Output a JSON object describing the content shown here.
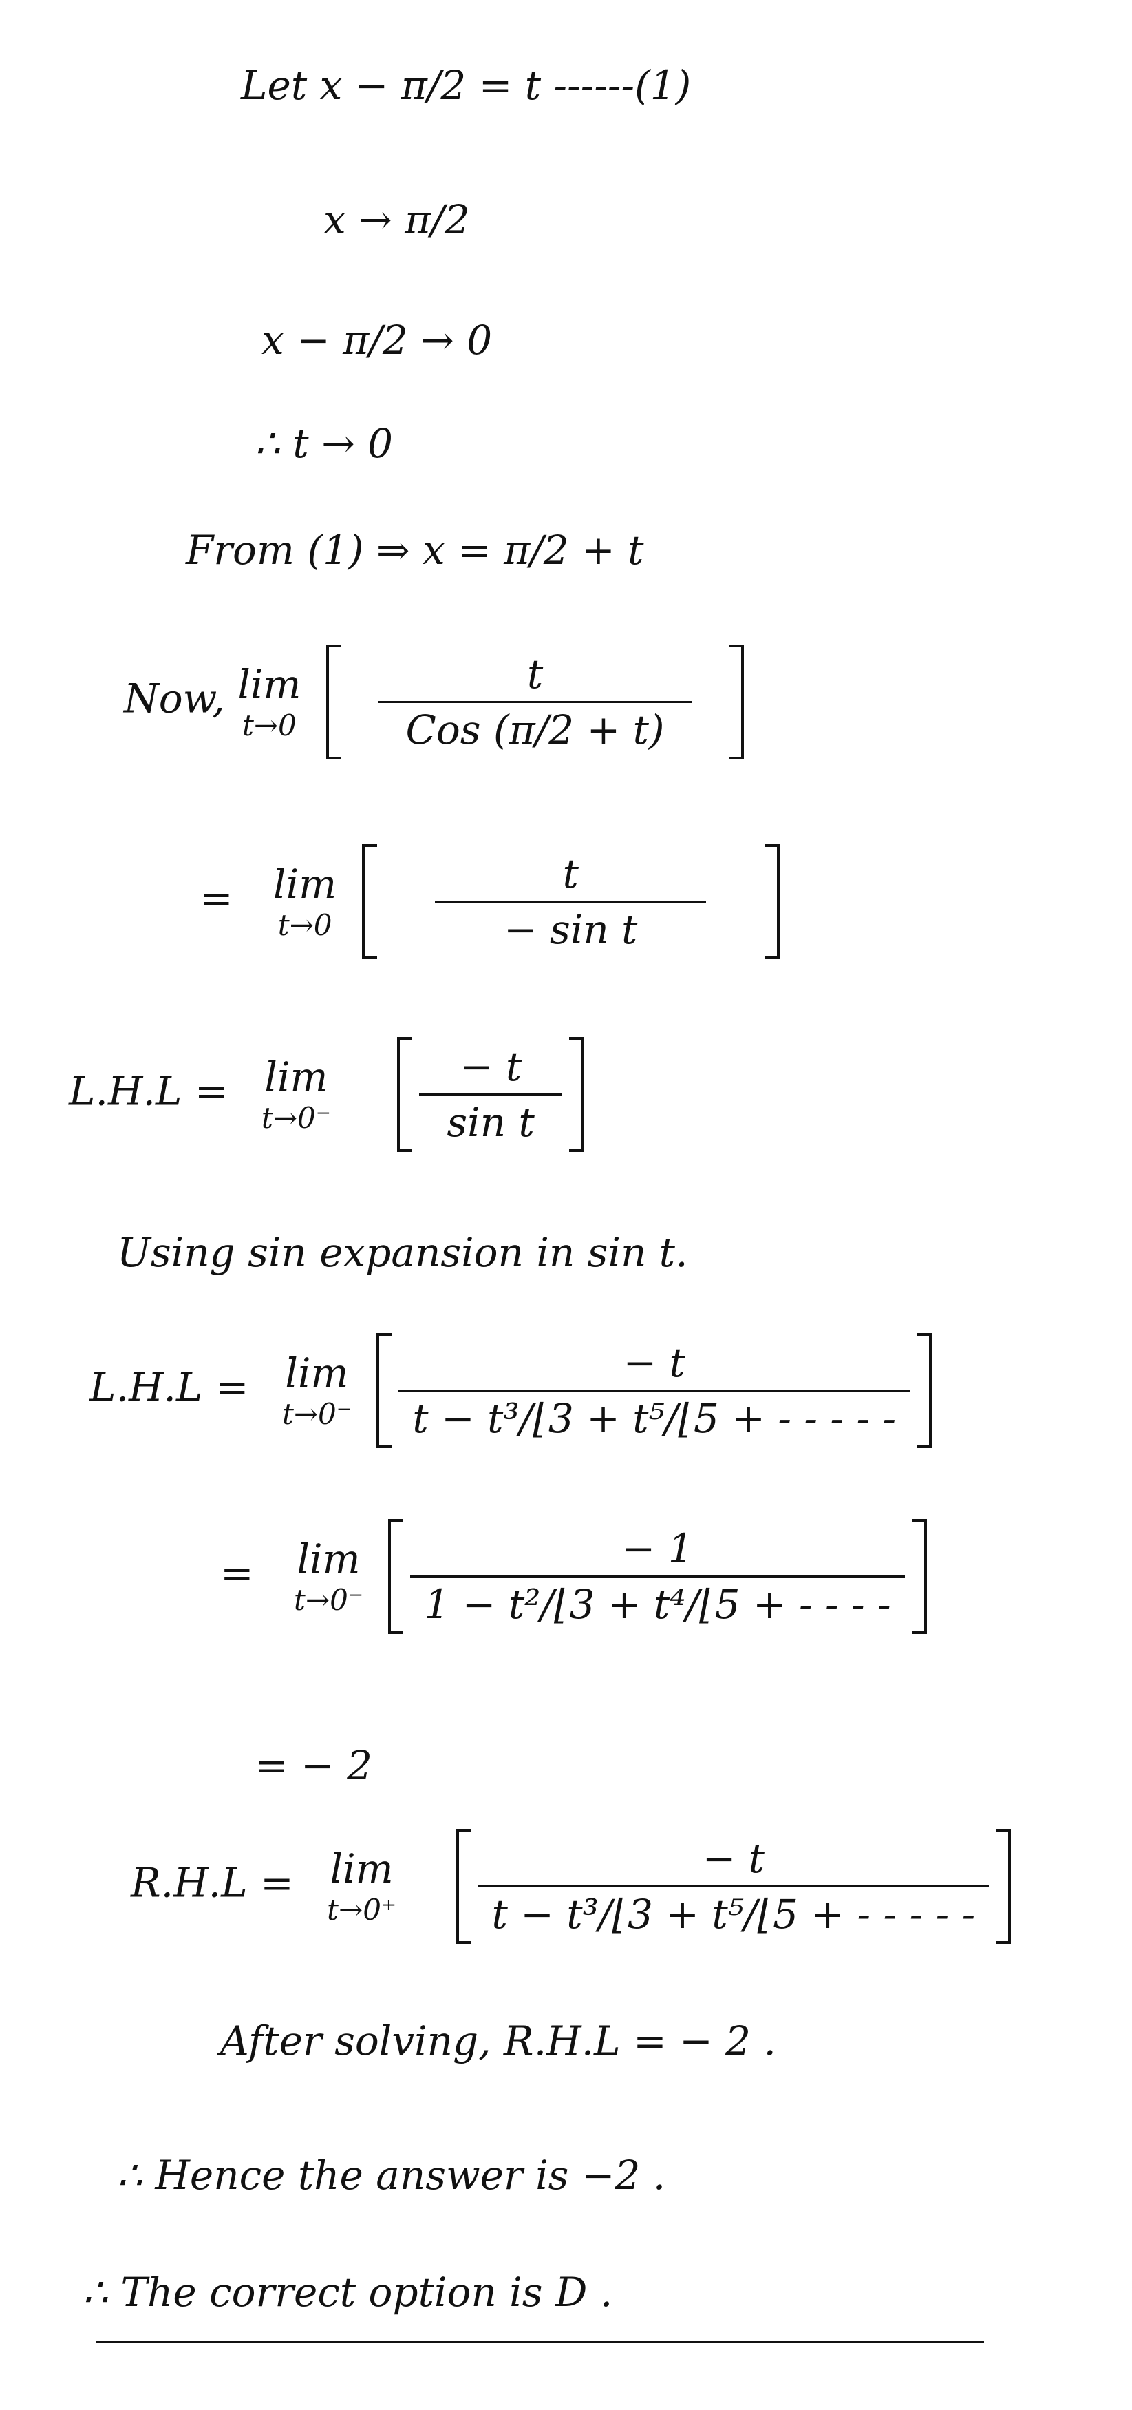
{
  "lines": {
    "l1": "Let x − π/2 = t ------(1)",
    "l2": "x → π/2",
    "l3": "x − π/2 → 0",
    "l4": "∴ t → 0",
    "l5": "From (1) ⇒ x = π/2 + t",
    "now_label": "Now,",
    "lim": "lim",
    "lim_sub_0": "t→0",
    "lim_sub_0minus": "t→0⁻",
    "lim_sub_0plus": "t→0⁺",
    "expr1_num": "t",
    "expr1_den": "Cos (π/2 + t)",
    "eq": "=",
    "expr2_num": "t",
    "expr2_den": "− sin t",
    "lhl_label": "L.H.L =",
    "expr3_num": "− t",
    "expr3_den": "sin t",
    "expansion_note": "Using sin expansion in sin t.",
    "lhl_label2": "L.H.L =",
    "expr4_num": "− t",
    "expr4_den": "t − t³/⌊3 + t⁵/⌊5 + - - - - -",
    "expr5_num": "− 1",
    "expr5_den": "1 − t²/⌊3 + t⁴/⌊5 + - - - -",
    "result_lhl": "= − 2",
    "rhl_label": "R.H.L =",
    "expr6_num": "− t",
    "expr6_den": "t − t³/⌊3 + t⁵/⌊5 + - - - - -",
    "after_solving": "After solving, R.H.L = − 2 .",
    "hence": "∴ Hence the answer is −2 .",
    "correct_option": "∴ The correct option is D ."
  }
}
